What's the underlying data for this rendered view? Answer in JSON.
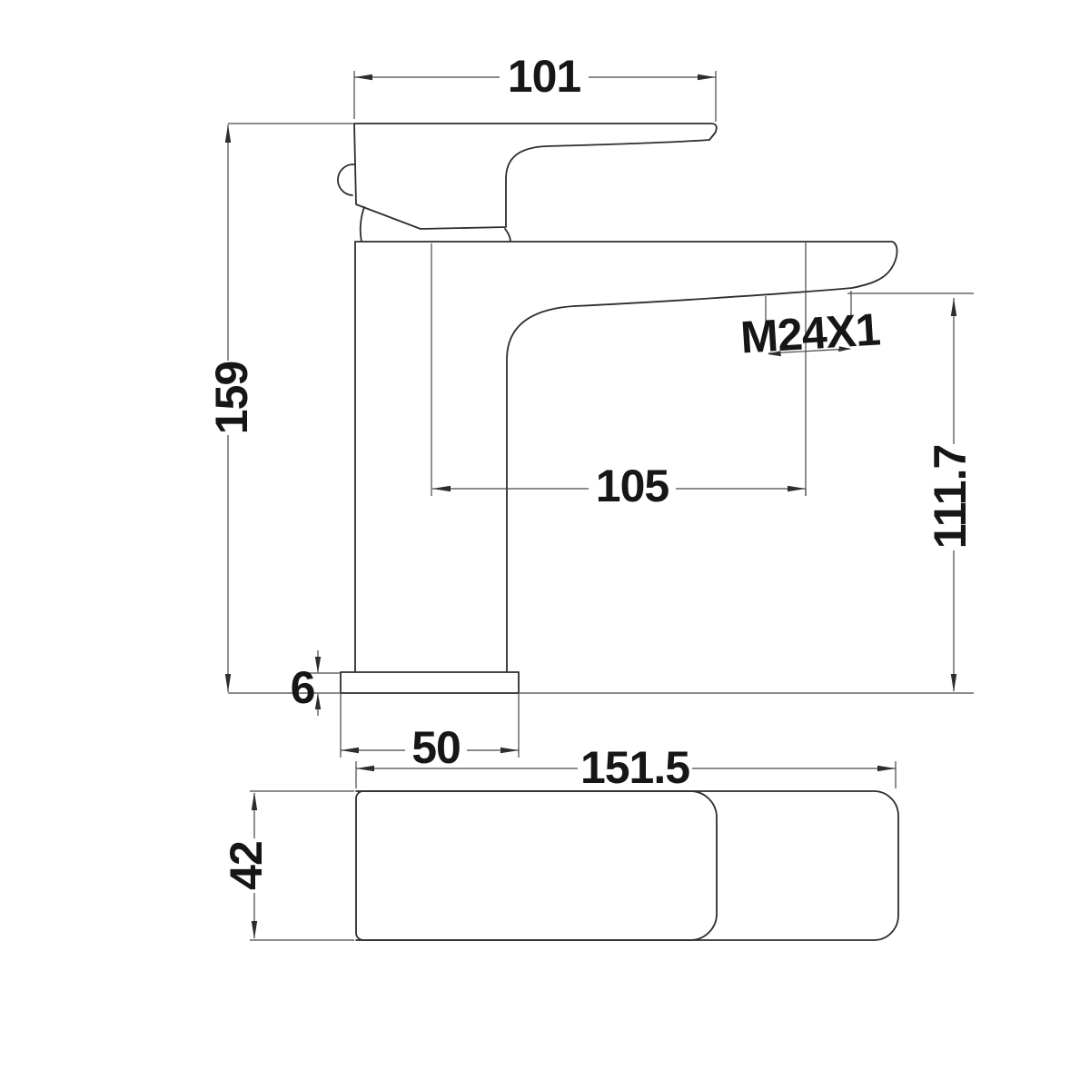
{
  "labels": {
    "handle_length": "101",
    "overall_height": "159",
    "spout_projection": "105",
    "outlet_height": "111.7",
    "aerator_thread": "M24X1",
    "base_thickness": "6",
    "base_width": "50",
    "overall_length": "151.5",
    "body_depth": "42"
  }
}
